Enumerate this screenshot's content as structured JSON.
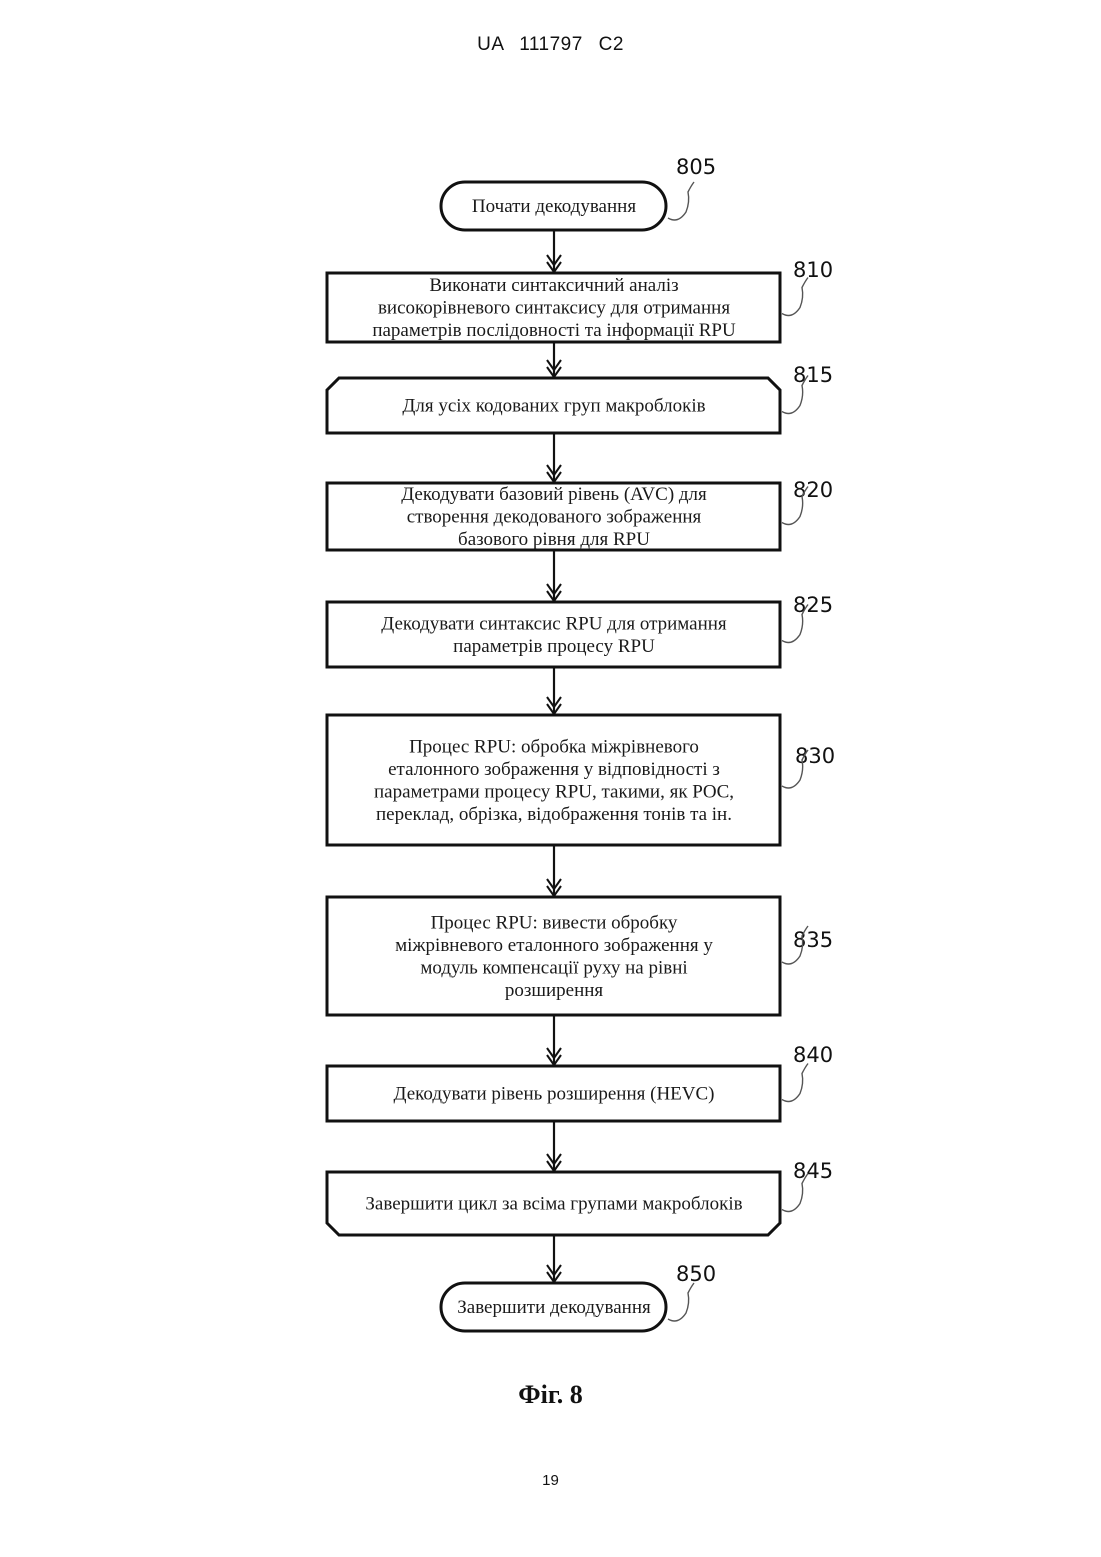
{
  "header": {
    "doc_number": "UA  111797  C2"
  },
  "flowchart": {
    "steps": [
      {
        "id": "805",
        "shape": "terminator",
        "lines": [
          "Почати декодування"
        ]
      },
      {
        "id": "810",
        "shape": "process",
        "lines": [
          "Виконати синтаксичний аналіз",
          "високорівневого синтаксису для отримання",
          "параметрів послідовності та інформації RPU"
        ]
      },
      {
        "id": "815",
        "shape": "loop-start",
        "lines": [
          "Для усіх кодованих груп макроблоків"
        ]
      },
      {
        "id": "820",
        "shape": "process",
        "lines": [
          "Декодувати базовий рівень (AVC) для",
          "створення декодованого зображення",
          "базового рівня для RPU"
        ]
      },
      {
        "id": "825",
        "shape": "process",
        "lines": [
          "Декодувати синтаксис RPU для отримання",
          "параметрів процесу RPU"
        ]
      },
      {
        "id": "830",
        "shape": "process",
        "lines": [
          "Процес RPU: обробка міжрівневого",
          "еталонного зображення у відповідності з",
          "параметрами процесу RPU, такими, як POC,",
          "переклад, обрізка, відображення тонів та ін."
        ]
      },
      {
        "id": "835",
        "shape": "process",
        "lines": [
          "Процес RPU: вивести обробку",
          "міжрівневого еталонного зображення у",
          "модуль компенсації руху на рівні",
          "розширення"
        ]
      },
      {
        "id": "840",
        "shape": "process",
        "lines": [
          "Декодувати рівень розширення (HEVC)"
        ]
      },
      {
        "id": "845",
        "shape": "loop-end",
        "lines": [
          "Завершити цикл за всіма групами макроблоків"
        ]
      },
      {
        "id": "850",
        "shape": "terminator",
        "lines": [
          "Завершити декодування"
        ]
      }
    ]
  },
  "figure": {
    "caption": "Фіг. 8"
  },
  "footer": {
    "page_number": "19"
  }
}
